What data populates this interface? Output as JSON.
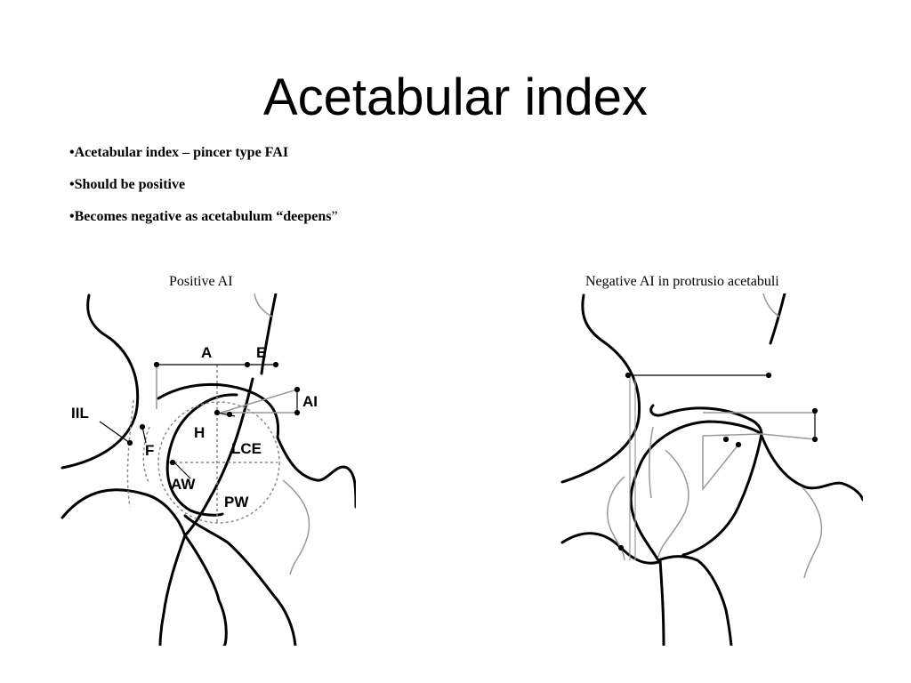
{
  "slide": {
    "title": "Acetabular index",
    "bullets": [
      "•Acetabular index – pincer type FAI",
      "•Should be positive",
      "•Becomes negative as acetabulum “deepens"
    ],
    "bullet_closing_quote": "”"
  },
  "figures": {
    "left": {
      "caption": "Positive AI",
      "labels": {
        "a": "A",
        "e": "E",
        "ai": "AI",
        "iil": "IIL",
        "f": "F",
        "h": "H",
        "lce": "LCE",
        "aw": "AW",
        "pw": "PW"
      }
    },
    "right": {
      "caption": "Negative AI in protrusio acetabuli"
    }
  }
}
